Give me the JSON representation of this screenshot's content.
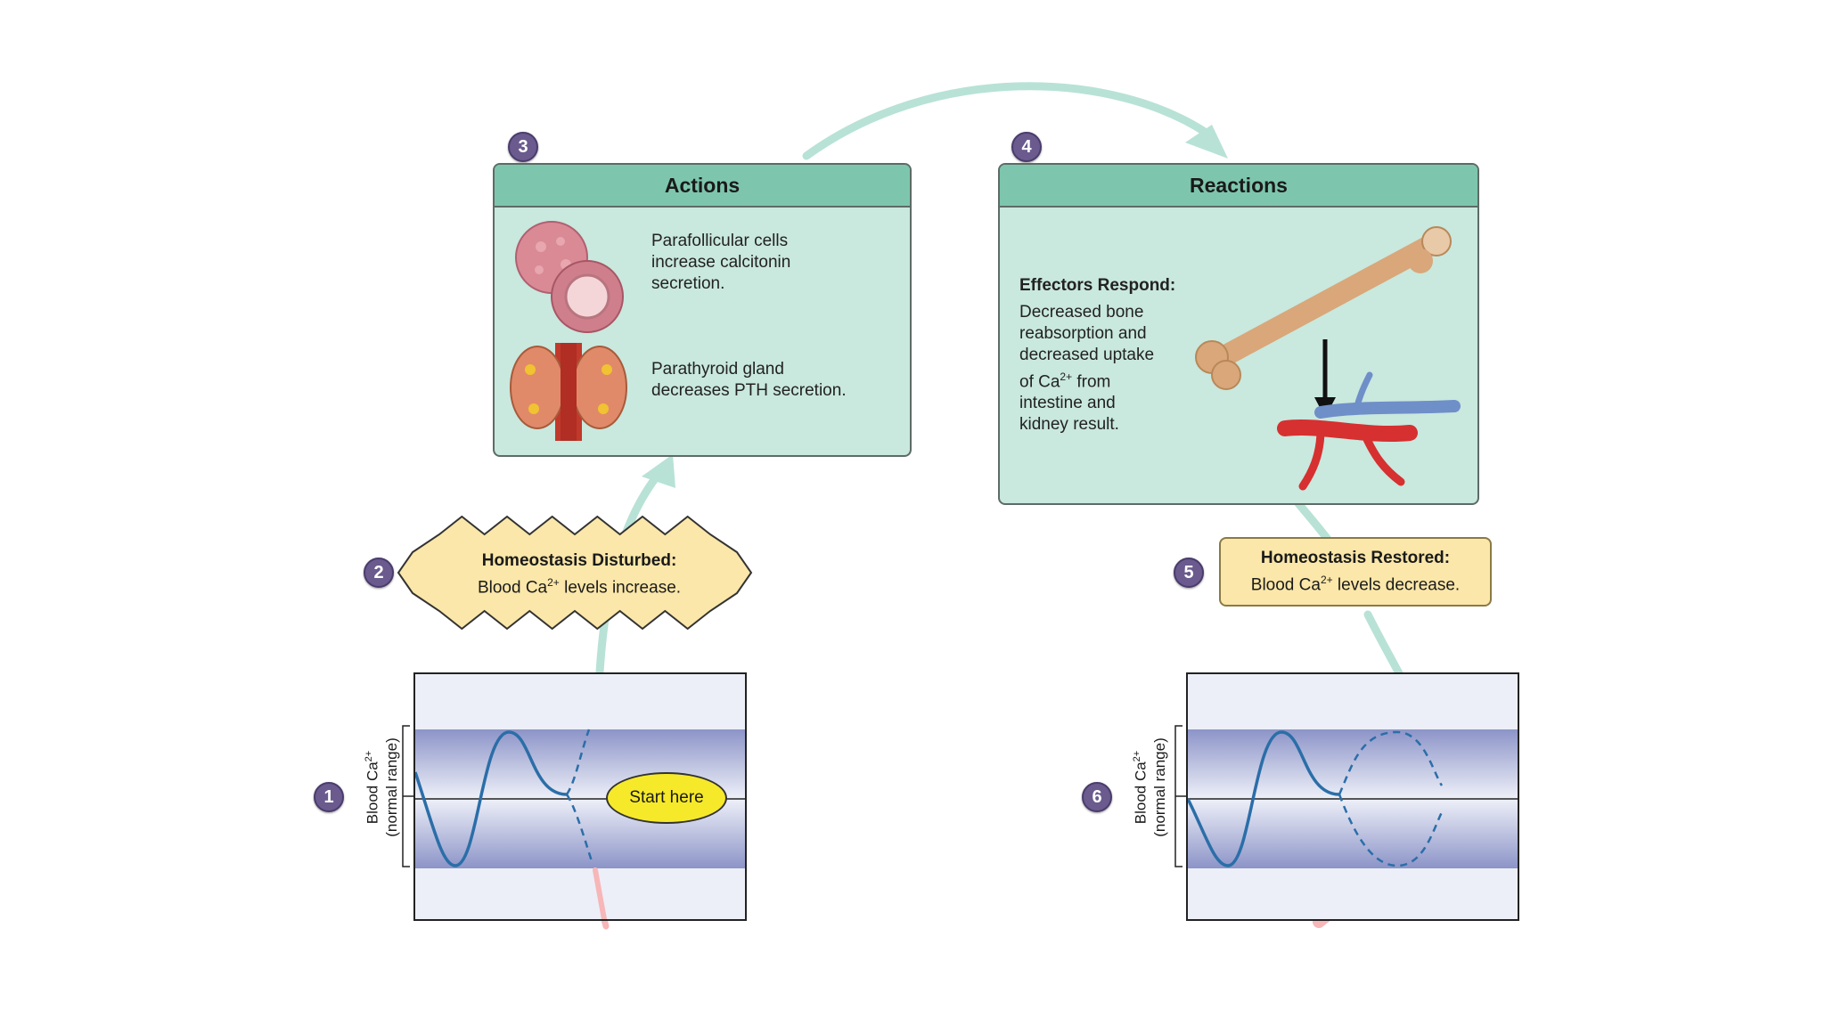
{
  "steps": {
    "s1": "1",
    "s2": "2",
    "s3": "3",
    "s4": "4",
    "s5": "5",
    "s6": "6"
  },
  "actions": {
    "title": "Actions",
    "item1": [
      "Parafollicular cells",
      "increase calcitonin",
      "secretion."
    ],
    "item2": [
      "Parathyroid gland",
      "decreases PTH secretion."
    ]
  },
  "reactions": {
    "title": "Reactions",
    "effectors_title": "Effectors Respond:",
    "effectors_lines": [
      "Decreased bone",
      "reabsorption and",
      "decreased uptake"
    ],
    "ca_prefix": "of Ca",
    "ca_sup": "2+",
    "ca_suffix": " from",
    "effectors_tail": [
      "intestine and",
      "kidney result."
    ]
  },
  "disturbed": {
    "title": "Homeostasis Disturbed:",
    "pre": "Blood Ca",
    "sup": "2+",
    "post": " levels increase."
  },
  "restored": {
    "title": "Homeostasis Restored:",
    "pre": "Blood Ca",
    "sup": "2+",
    "post": " levels decrease."
  },
  "graph_left": {
    "ylabel_pre": "Blood Ca",
    "ylabel_sup": "2+",
    "ylabel_sub": "(normal range)",
    "start_label": "Start here"
  },
  "graph_right": {
    "ylabel_pre": "Blood Ca",
    "ylabel_sup": "2+",
    "ylabel_sub": "(normal range)"
  },
  "colors": {
    "panel_fill": "#c9e8de",
    "panel_head": "#7dc6ad",
    "label_fill": "#fbe7a9",
    "badge": "#6a5a8e",
    "arrow_green": "#b8e2d6",
    "arrow_pink": "#f7b6b8",
    "wave": "#2b6ea8",
    "start_fill": "#f6e92a"
  }
}
